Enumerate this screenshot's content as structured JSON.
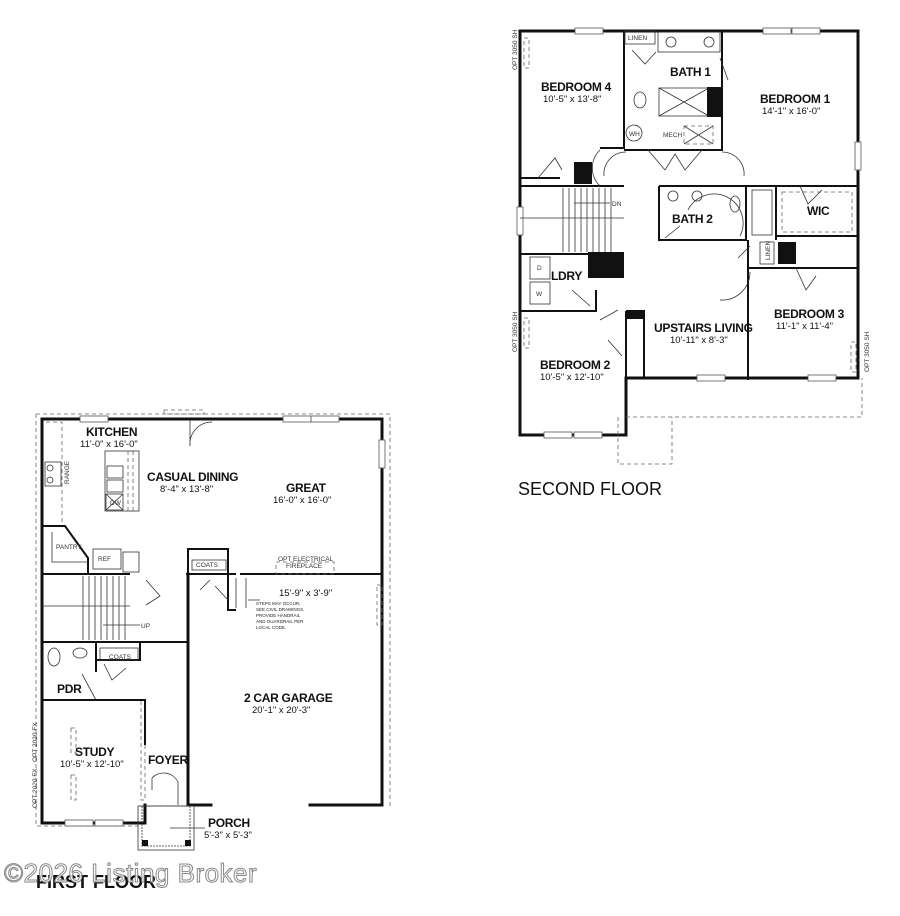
{
  "second_floor": {
    "label": "SECOND FLOOR",
    "rooms": {
      "bedroom4": {
        "name": "BEDROOM 4",
        "dims": "10'-5\" x 13'-8\""
      },
      "bath1": {
        "name": "BATH 1"
      },
      "bedroom1": {
        "name": "BEDROOM 1",
        "dims": "14'-1\" x 16'-0\""
      },
      "bath2": {
        "name": "BATH 2"
      },
      "wic": {
        "name": "WIC"
      },
      "ldry": {
        "name": "LDRY"
      },
      "bedroom3": {
        "name": "BEDROOM 3",
        "dims": "11'-1\" x 11'-4\""
      },
      "upstairs_living": {
        "name": "UPSTAIRS LIVING",
        "dims": "10'-11\" x 8'-3\""
      },
      "bedroom2": {
        "name": "BEDROOM 2",
        "dims": "10'-5\" x 12'-10\""
      }
    },
    "labels": {
      "linen_top": "LINEN",
      "linen_mid": "LINEN",
      "wh": "WH",
      "mech": "MECH",
      "dn": "DN",
      "dryer": "D",
      "washer": "W",
      "opt_window_1": "OPT 3050 SH",
      "opt_window_2": "OPT 3050 SH",
      "opt_window_3": "OPT 3050 SH"
    }
  },
  "first_floor": {
    "label": "FIRST FLOOR",
    "rooms": {
      "kitchen": {
        "name": "KITCHEN",
        "dims": "11'-0\" x 16'-0\""
      },
      "casual_dining": {
        "name": "CASUAL DINING",
        "dims": "8'-4\" x 13'-8\""
      },
      "great": {
        "name": "GREAT",
        "dims": "16'-0\" x 16'-0\""
      },
      "garage_ext": {
        "dims": "15'-9\" x 3'-9\""
      },
      "garage": {
        "name": "2 CAR GARAGE",
        "dims": "20'-1\" x 20'-3\""
      },
      "pdr": {
        "name": "PDR"
      },
      "study": {
        "name": "STUDY",
        "dims": "10'-5\" x 12'-10\""
      },
      "foyer": {
        "name": "FOYER"
      },
      "porch": {
        "name": "PORCH",
        "dims": "5'-3\" x 5'-3\""
      }
    },
    "labels": {
      "pantry": "PANTRY",
      "ref": "REF",
      "range": "RANGE",
      "dw": "DW",
      "coats_1": "COATS",
      "coats_2": "COATS",
      "fireplace_1": "OPT ELECTRICAL",
      "fireplace_2": "FIREPLACE",
      "up": "UP",
      "steps_note": [
        "STEPS MAY OCCUR,",
        "SEE CIVIL DRAWINGS.",
        "PROVIDE HANDRAIL",
        "AND GUARDRAIL PER",
        "LOCAL CODE."
      ],
      "opt_window_1": "OPT 2020 FX",
      "opt_window_2": "OPT 2020 FX"
    }
  },
  "watermark": "©2026 Listing Broker"
}
